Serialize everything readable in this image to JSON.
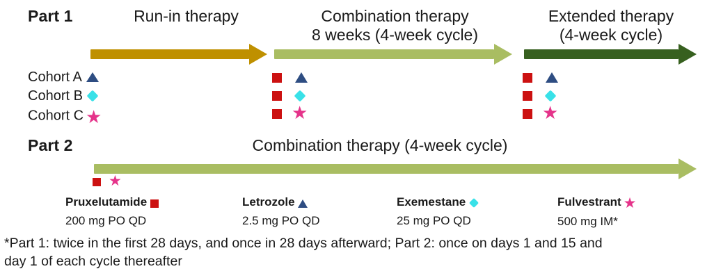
{
  "parts": {
    "part1": {
      "label": "Part 1",
      "phases": [
        {
          "name": "run-in",
          "title_line1": "Run-in therapy",
          "title_line2": "",
          "arrow_color": "#BF9000"
        },
        {
          "name": "combination",
          "title_line1": "Combination therapy",
          "title_line2": "8 weeks (4-week cycle)",
          "arrow_color": "#A9BD62"
        },
        {
          "name": "extended",
          "title_line1": "Extended therapy",
          "title_line2": "(4-week cycle)",
          "arrow_color": "#37601F"
        }
      ],
      "cohorts": [
        {
          "label": "Cohort A",
          "marker": "triangle",
          "color": "#2E4D82"
        },
        {
          "label": "Cohort B",
          "marker": "diamond",
          "color": "#39E1E8"
        },
        {
          "label": "Cohort C",
          "marker": "star",
          "color": "#E5338A"
        }
      ]
    },
    "part2": {
      "label": "Part 2",
      "title": "Combination therapy (4-week cycle)",
      "arrow_color": "#A9BD62",
      "markers": [
        {
          "marker": "square",
          "color": "#CC1111"
        },
        {
          "marker": "star",
          "color": "#E5338A"
        }
      ]
    }
  },
  "drugs": [
    {
      "name": "Pruxelutamide",
      "dose": "200 mg PO QD",
      "marker": "square",
      "color": "#CC1111"
    },
    {
      "name": "Letrozole",
      "dose": "2.5 mg PO QD",
      "marker": "triangle",
      "color": "#2E4D82"
    },
    {
      "name": "Exemestane",
      "dose": "25 mg PO QD",
      "marker": "diamond",
      "color": "#39E1E8"
    },
    {
      "name": "Fulvestrant",
      "dose": "500 mg IM*",
      "marker": "star",
      "color": "#E5338A"
    }
  ],
  "treatment_marker_color": "#CC1111",
  "footnote": "*Part 1: twice in the first 28 days, and once in 28 days afterward; Part 2: once on days 1 and 15 and\nday 1 of each cycle thereafter"
}
